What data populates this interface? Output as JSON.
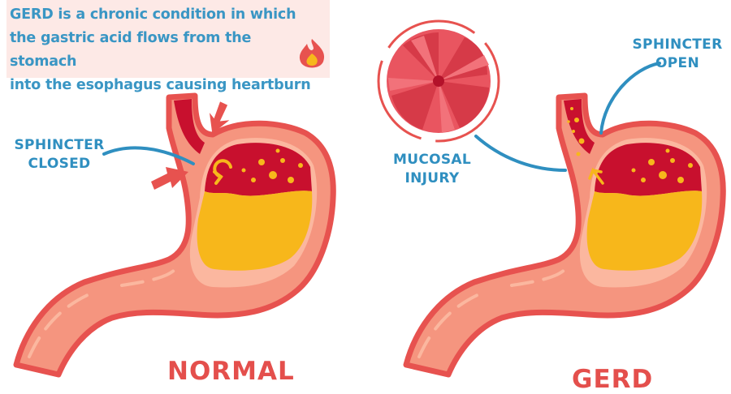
{
  "caption": {
    "line1": "GERD is a chronic condition in which",
    "line2": "the gastric acid flows from the stomach",
    "line3": "into the esophagus causing heartburn"
  },
  "labels": {
    "sphincter_closed_1": "SPHINCTER",
    "sphincter_closed_2": "CLOSED",
    "mucosal_1": "MUCOSAL",
    "mucosal_2": "INJURY",
    "sphincter_open_1": "SPHINCTER",
    "sphincter_open_2": "OPEN",
    "normal": "NORMAL",
    "gerd": "GERD"
  },
  "colors": {
    "outline": "#e7524f",
    "wall": "#f5957f",
    "wall_pale": "#fbb79f",
    "acid_pool": "#c8102e",
    "gastric_fluid": "#f7b71b",
    "label_blue": "#2f8fc0",
    "title_red": "#e44f4c"
  },
  "icons": [
    "flame-icon",
    "reflux-arrow-icon",
    "compression-arrow-icon"
  ]
}
